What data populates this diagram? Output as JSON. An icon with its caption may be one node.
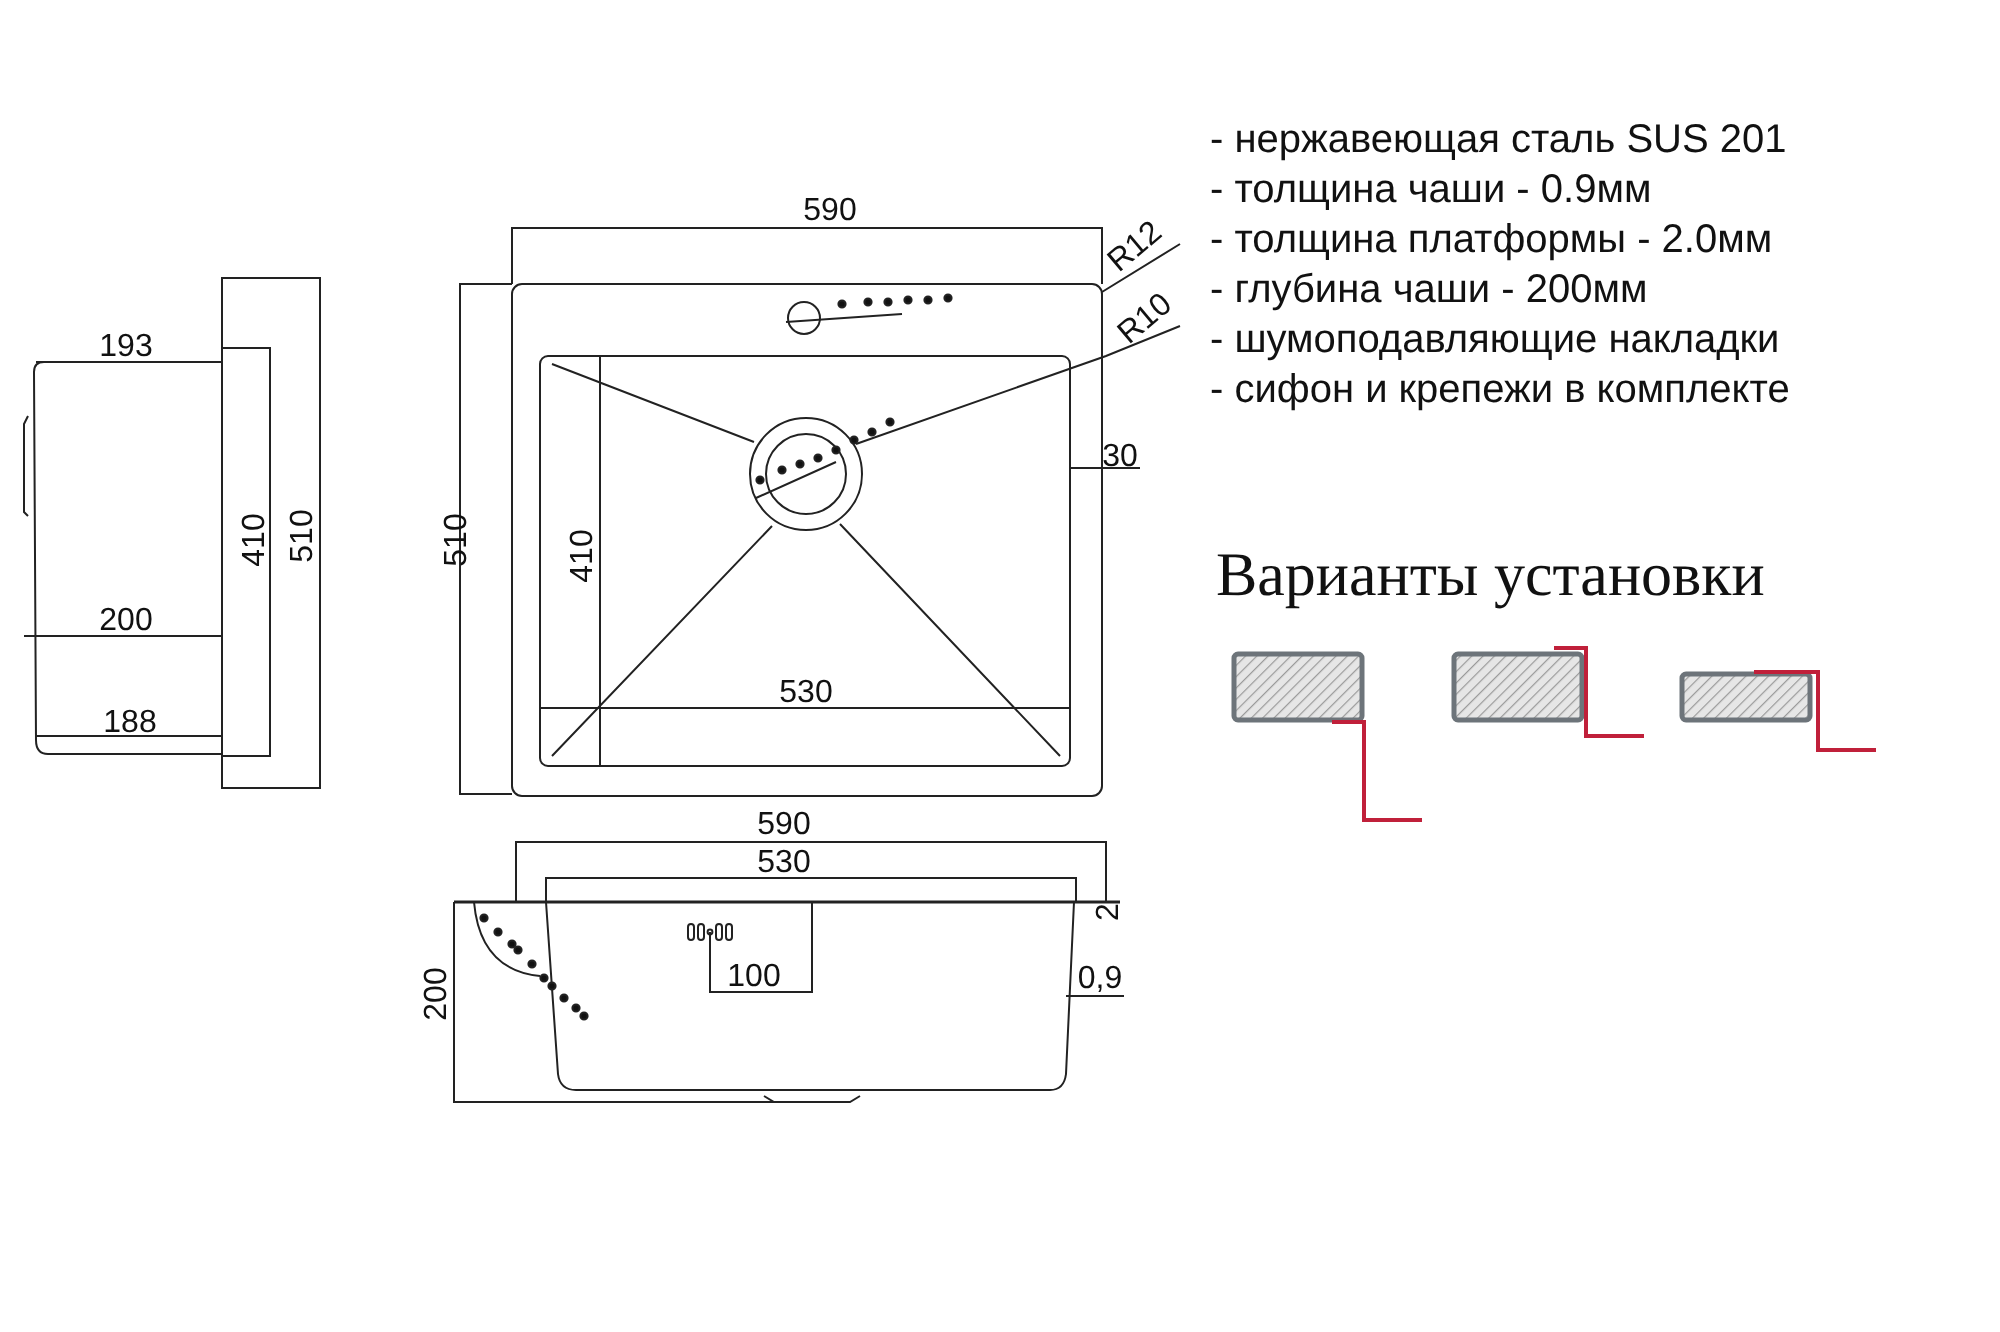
{
  "diagram": {
    "labels": [
      "- нержавеющая сталь SUS 201",
      "- толщина чаши - 0.9мм",
      "- толщина платформы - 2.0мм",
      "- глубина чаши - 200мм",
      "- шумоподавляющие накладки",
      "- сифон и крепежи в комплекте",
      "Варианты установки",
      "590",
      "R12",
      "R10",
      "193",
      "30",
      "410",
      "510",
      "510",
      "410",
      "200",
      "530",
      "188",
      "590",
      "530",
      "2",
      "100",
      "0,9",
      "200"
    ]
  }
}
